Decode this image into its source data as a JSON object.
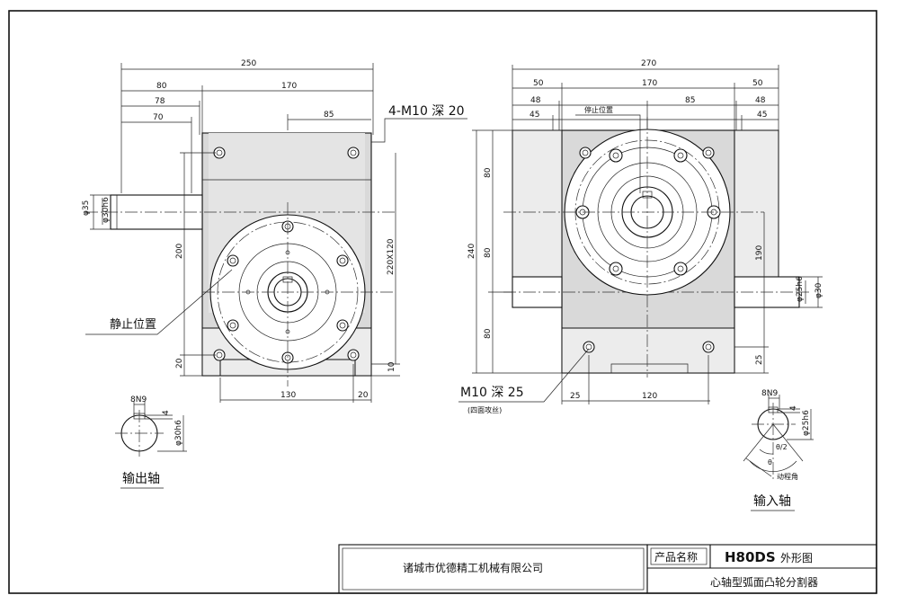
{
  "left_view": {
    "dim_overall_width": "250",
    "dim_shaft_offset": "80",
    "dim_body_width": "170",
    "dim_78": "78",
    "dim_70": "70",
    "dim_center_85": "85",
    "dim_shaft_dia": "φ35",
    "dim_shaft_fit": "φ30h6",
    "dim_height_200": "200",
    "dim_base_20": "20",
    "dim_bolt_pattern": "220X120",
    "dim_bottom_10": "10",
    "dim_bottom_130": "130",
    "dim_bottom_20": "20",
    "callout_tapped_holes": "4-M10 深 20",
    "callout_rest_position": "静止位置"
  },
  "right_view": {
    "dim_overall_width": "270",
    "dim_50_left": "50",
    "dim_170": "170",
    "dim_50_right": "50",
    "dim_48_left": "48",
    "dim_85": "85",
    "dim_48_right": "48",
    "dim_45_left": "45",
    "dim_45_right": "45",
    "callout_stop_position": "停止位置",
    "dim_height_240": "240",
    "dim_80_top": "80",
    "dim_80_mid": "80",
    "dim_80_bottom": "80",
    "dim_190": "190",
    "dim_shaft_fit": "φ25h6",
    "dim_shaft_dia": "φ30",
    "dim_base_25": "25",
    "dim_bottom_25": "25",
    "dim_bottom_120": "120",
    "callout_tapped_holes": "M10 深 25",
    "callout_tapped_note": "(四面攻丝)"
  },
  "output_shaft_detail": {
    "dim_key": "8N9",
    "dim_depth": "4",
    "dim_dia": "φ30h6",
    "label": "输出轴"
  },
  "input_shaft_detail": {
    "dim_key": "8N9",
    "dim_depth": "4",
    "dim_dia": "φ25h6",
    "angle_half": "θ/2",
    "angle_full": "θ",
    "angle_label": "动程角",
    "label": "输入轴"
  },
  "title_block": {
    "company": "诸城市优德精工机械有限公司",
    "product_name_label": "产品名称",
    "model": "H80DS",
    "drawing_type": "外形图",
    "description": "心轴型弧面凸轮分割器"
  }
}
